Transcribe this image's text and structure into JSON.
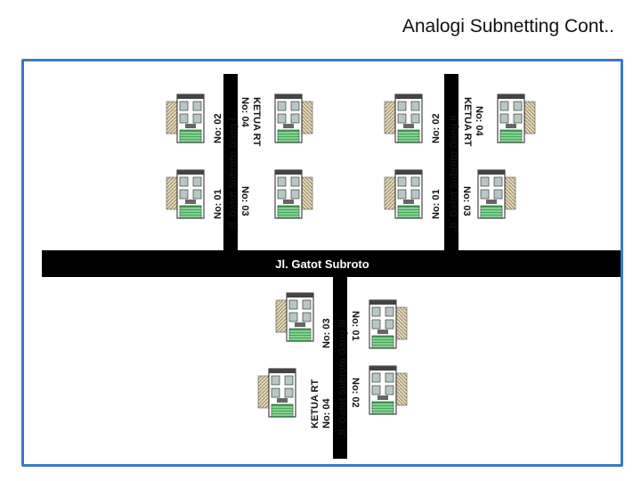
{
  "title": "Analogi Subnetting Cont..",
  "roads": {
    "main": "Jl. Gatot Subroto",
    "gang1": "Jl. Gatot Subroto Gang I",
    "gang2": "Jl. Gatot Subroto Gang II",
    "gang3": "Jl. Gatot Subroto Gang III"
  },
  "gang1": {
    "h01": "No: 01",
    "h02": "No: 02",
    "h03": "No: 03",
    "h04": "No: 04",
    "ketua": "KETUA RT"
  },
  "gang2": {
    "h01": "No: 01",
    "h02": "No: 02",
    "h03": "No: 03",
    "h04": "No: 04",
    "ketua": "KETUA RT"
  },
  "gang3": {
    "h01": "No: 01",
    "h02": "No: 02",
    "h03": "No: 03",
    "h04": "No: 04",
    "ketua": "KETUA RT"
  },
  "colors": {
    "frame": "#3f78c0",
    "road": "#000000",
    "house_green": "#3fae52",
    "house_tan": "#d7ccae"
  }
}
